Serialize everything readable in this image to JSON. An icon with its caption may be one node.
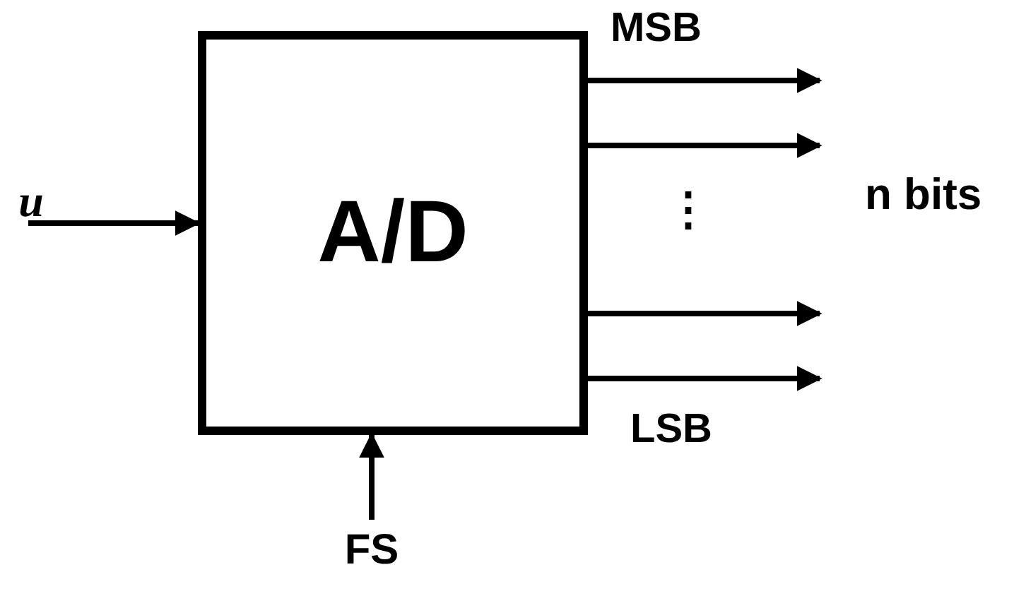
{
  "diagram": {
    "nodes": [
      {
        "text": [
          "A/D"
        ]
      },
      {
        "text": [
          "u"
        ]
      },
      {
        "text": [
          "FS"
        ]
      }
    ],
    "edges": [
      {
        "from": 1,
        "to": 0,
        "arrow": "to"
      },
      {
        "from": 2,
        "to": 0,
        "arrow": "to"
      },
      {
        "from": 0,
        "to": null,
        "arrow": "to"
      },
      {
        "from": 0,
        "to": null,
        "arrow": "to"
      },
      {
        "from": 0,
        "to": null,
        "arrow": "to"
      },
      {
        "from": 0,
        "to": null,
        "arrow": "to"
      }
    ],
    "labels": [
      "MSB",
      "⋮",
      "n bits",
      "LSB"
    ]
  }
}
